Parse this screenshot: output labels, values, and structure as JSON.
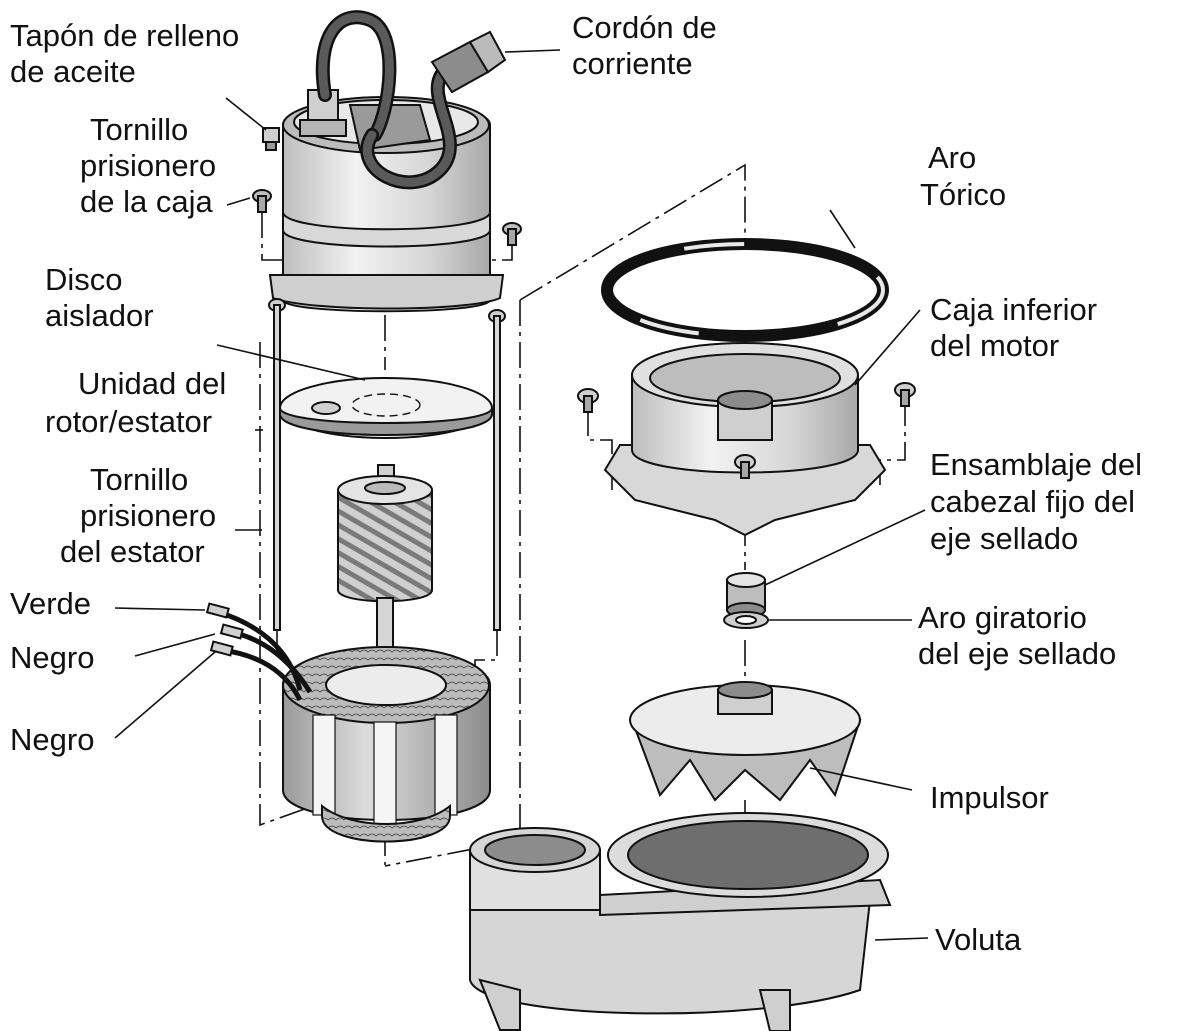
{
  "labels": {
    "oil_plug_1": "Tapón de relleno",
    "oil_plug_2": "de aceite",
    "power_cord_1": "Cordón de",
    "power_cord_2": "corriente",
    "case_screw_1": "Tornillo",
    "case_screw_2": "prisionero",
    "case_screw_3": "de la caja",
    "o_ring_1": "Aro",
    "o_ring_2": "Tórico",
    "insulator_disc_1": "Disco",
    "insulator_disc_2": "aislador",
    "rotor_stator_1": "Unidad del",
    "rotor_stator_2": "rotor/estator",
    "lower_housing_1": "Caja inferior",
    "lower_housing_2": "del motor",
    "stator_screw_1": "Tornillo",
    "stator_screw_2": "prisionero",
    "stator_screw_3": "del estator",
    "seal_head_1": "Ensamblaje del",
    "seal_head_2": "cabezal fijo del",
    "seal_head_3": "eje sellado",
    "green_wire": "Verde",
    "black_wire_1": "Negro",
    "black_wire_2": "Negro",
    "rotating_ring_1": "Aro giratorio",
    "rotating_ring_2": "del eje sellado",
    "impeller": "Impulsor",
    "volute": "Voluta"
  },
  "colors": {
    "line": "#111111",
    "metal_light": "#e6e6e6",
    "metal_mid": "#c4c4c4",
    "metal_dark": "#8a8a8a",
    "cord": "#4a4a4a"
  }
}
